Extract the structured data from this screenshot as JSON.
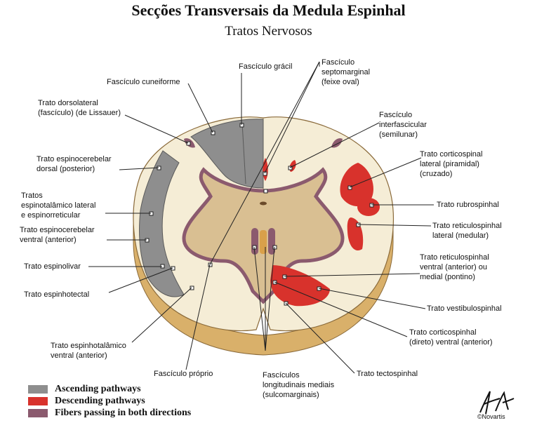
{
  "title": "Secções Transversais da Medula Espinhal",
  "subtitle": "Tratos Nervosos",
  "colors": {
    "white_matter": "#f5edd6",
    "gray_matter": "#d9bf92",
    "ascending": "#8e8e8e",
    "descending": "#d8322c",
    "both": "#8b5a6e",
    "cut_side": "#d9b06a"
  },
  "labels": {
    "fasciculo_gracil": "Fascículo grácil",
    "fasciculo_cuneiforme": "Fascículo cuneiforme",
    "trato_dorsolateral": "Trato dorsolateral\n(fascículo) (de Lissauer)",
    "espinocerebelar_dorsal": "Trato espinocerebelar\ndorsal (posterior)",
    "espinotalamico_lateral": "Tratos\nespinotalâmico lateral\ne espinorreticular",
    "espinocerebelar_ventral": "Trato espinocerebelar\nventral (anterior)",
    "espinolivar": "Trato espinolivar",
    "espinhotectal": "Trato espinhotectal",
    "espinhotalamico_ventral": "Trato espinhotalâmico\nventral (anterior)",
    "fasciculo_proprio": "Fascículo próprio",
    "fasciculos_longitudinais": "Fascículos\nlongitudinais mediais\n(sulcomarginais)",
    "septomarginal": "Fascículo\nseptomarginal\n(feixe oval)",
    "interfascicular": "Fascículo\ninterfascicular\n(semilunar)",
    "corticospinal_lateral": "Trato corticospinal\nlateral (piramidal)\n(cruzado)",
    "rubrospinhal": "Trato rubrospinhal",
    "reticulospinhal_lateral": "Trato reticulospinhal\nlateral (medular)",
    "reticulospinhal_ventral": "Trato reticulospinhal\nventral (anterior) ou\nmedial (pontino)",
    "vestibulospinhal": "Trato vestibulospinhal",
    "corticospinhal_ventral": "Trato corticospinhal\n(direto) ventral (anterior)",
    "tectospinhal": "Trato tectospinhal"
  },
  "legend": [
    {
      "label": "Ascending pathways",
      "color": "#8e8e8e"
    },
    {
      "label": "Descending pathways",
      "color": "#d8322c"
    },
    {
      "label": "Fibers passing in both directions",
      "color": "#8b5a6e"
    }
  ],
  "copyright": "©Novartis"
}
